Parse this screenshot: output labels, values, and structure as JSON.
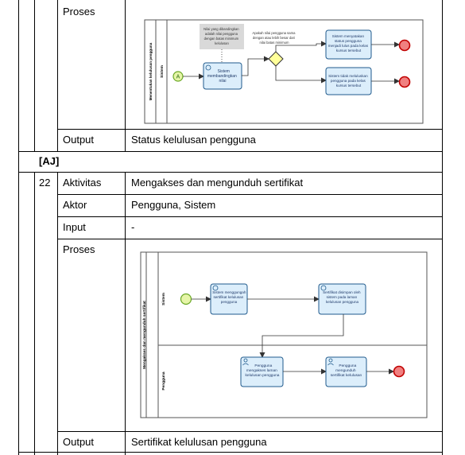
{
  "table": {
    "top_row": {
      "label": "Proses"
    },
    "output_top": {
      "label": "Output",
      "value": "Status kelulusan pengguna"
    },
    "section_header": "[AJ]",
    "row22": {
      "number": "22",
      "rows": [
        {
          "label": "Aktivitas",
          "value": "Mengakses dan mengunduh sertifikat"
        },
        {
          "label": "Aktor",
          "value": "Pengguna, Sistem"
        },
        {
          "label": "Input",
          "value": "-"
        }
      ],
      "proses_label": "Proses",
      "output": {
        "label": "Output",
        "value": "Sertifikat kelulusan pengguna"
      }
    }
  },
  "diagram_top": {
    "pool_label": "Menentukan kelulusan pengguna",
    "lane_label": "Sistem",
    "start_label": "A",
    "annotation": [
      "Nilai yang dibandingkan",
      "adalah nilai pengguna",
      "dengan batas minimum",
      "kelulusan"
    ],
    "task_compare": [
      "Sistem",
      "membandingkan",
      "nilai"
    ],
    "gateway_question": [
      "Apakah nilai pengguna sama",
      "dengan atau lebih besar dari",
      "nilai batas minimum"
    ],
    "task_pass": [
      "Sistem menyatakan",
      "status pengguna",
      "menjadi lulus pada kelas",
      "kursus tersebut"
    ],
    "task_fail": [
      "Sistem tidak meluluskan",
      "pengguna pada kelas",
      "kursus tersebut"
    ]
  },
  "diagram_bottom": {
    "pool_label": "Mengakses dan mengunduh sertifikat",
    "lane_system": "Sistem",
    "lane_user": "Pengguna",
    "task_save_to_cert": [
      "Sistem menggungah",
      "sertifikat kelulusan",
      "pengguna"
    ],
    "task_cert_saved": [
      "Sertifikat disimpan oleh",
      "sistem pada laman",
      "kelulusan pengguna"
    ],
    "task_user_access": [
      "Pengguna",
      "mengakses laman",
      "kelulusan pengguna"
    ],
    "task_user_download": [
      "Pengguna",
      "mengunduh",
      "sertifikat kelulusan"
    ]
  },
  "colors": {
    "task_fill": "#dceefb",
    "task_stroke": "#1f5a8c",
    "start_fill": "#e6f5a8",
    "start_stroke": "#6aa825",
    "end_fill": "#f08080",
    "end_stroke": "#c00000",
    "gateway_fill": "#ffff99",
    "annotation_fill": "#d9d9d9"
  }
}
